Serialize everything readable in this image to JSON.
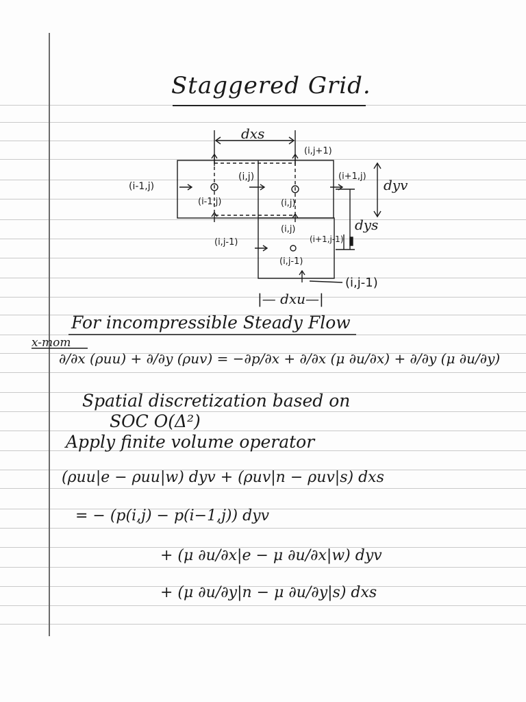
{
  "title": "Staggered Grid.",
  "diagram": {
    "dxs": "dxs",
    "dyv": "dyv",
    "dys": "dys",
    "dxu": "|— dxu—|",
    "lbl_ij1_top": "(i,j+1)",
    "lbl_im1j": "(i-1,j)",
    "lbl_ij_a": "(i,j)",
    "lbl_ip1j": "(i+1,j)",
    "lbl_im1j_b": "(i-1,j)",
    "lbl_ij_b": "(i,j)",
    "lbl_ij_c": "(i,j)",
    "lbl_ijm1_a": "(i,j-1)",
    "lbl_ip1jm1": "(i+1,j-1)",
    "lbl_ijm1_b": "(i,j-1)",
    "lbl_ijm1_c": "(i,j-1)"
  },
  "text": {
    "flow_heading": "For incompressible Steady Flow",
    "xmom": "x-mom",
    "momentum_eq": "∂/∂x (ρuu) + ∂/∂y (ρuv) = −∂p/∂x + ∂/∂x (μ ∂u/∂x) + ∂/∂y (μ ∂u/∂y)",
    "spatial": "Spatial discretization based on",
    "soc": "SOC    O(Δ²)",
    "apply": "Apply finite volume operator",
    "eq1": "(ρuu|e − ρuu|w) dyv + (ρuv|n − ρuv|s) dxs",
    "eq2": "= − (p(i,j) − p(i−1,j)) dyv",
    "eq3": "+ (μ ∂u/∂x|e − μ ∂u/∂x|w) dyv",
    "eq4": "+ (μ ∂u/∂y|n − μ ∂u/∂y|s) dxs"
  }
}
